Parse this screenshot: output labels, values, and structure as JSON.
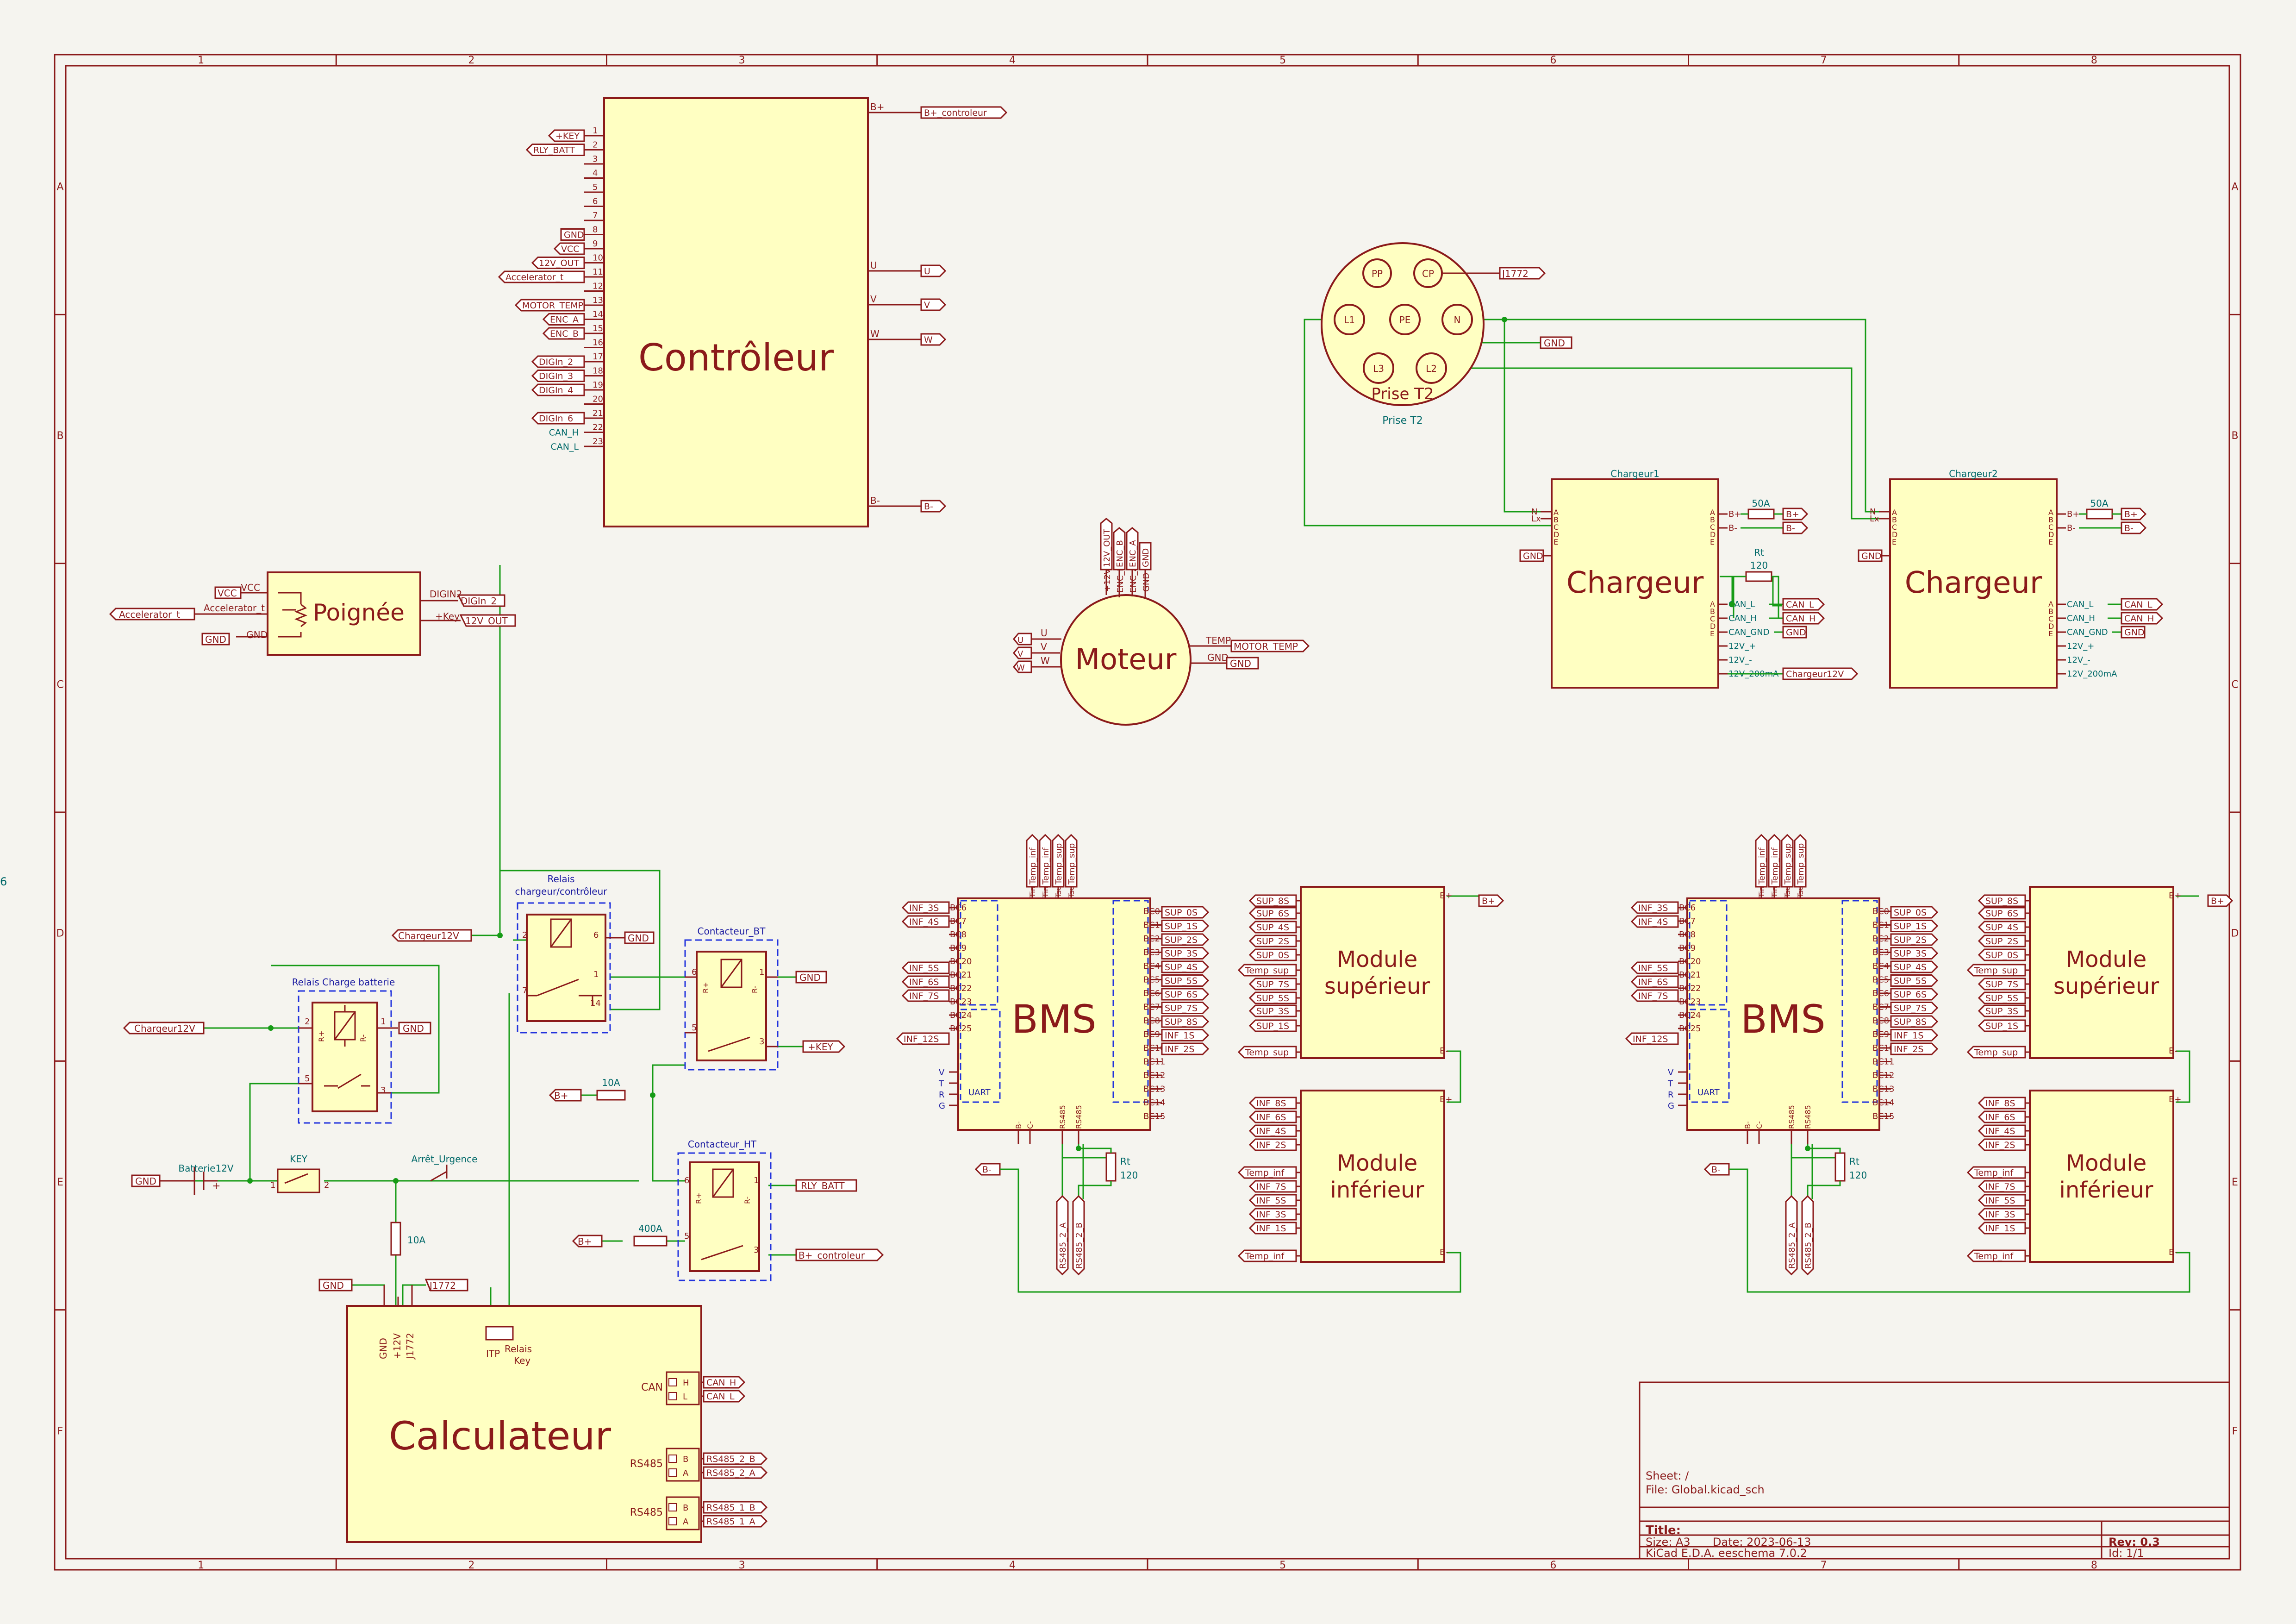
{
  "frame": {
    "cols": [
      "1",
      "2",
      "3",
      "4",
      "5",
      "6",
      "7",
      "8"
    ],
    "rows": [
      "A",
      "B",
      "C",
      "D",
      "E",
      "F"
    ],
    "side_mark": "6"
  },
  "controleur": {
    "title": "Contrôleur",
    "left_pins": [
      {
        "n": "1",
        "label": "+KEY"
      },
      {
        "n": "2",
        "label": "RLY_BATT"
      },
      {
        "n": "3",
        "label": ""
      },
      {
        "n": "4",
        "label": ""
      },
      {
        "n": "5",
        "label": ""
      },
      {
        "n": "6",
        "label": ""
      },
      {
        "n": "7",
        "label": ""
      },
      {
        "n": "8",
        "label": "GND"
      },
      {
        "n": "9",
        "label": "VCC"
      },
      {
        "n": "10",
        "label": "12V_OUT"
      },
      {
        "n": "11",
        "label": "Accelerator_t"
      },
      {
        "n": "12",
        "label": ""
      },
      {
        "n": "13",
        "label": "MOTOR_TEMP"
      },
      {
        "n": "14",
        "label": "ENC_A"
      },
      {
        "n": "15",
        "label": "ENC_B"
      },
      {
        "n": "16",
        "label": ""
      },
      {
        "n": "17",
        "label": "DIGIn_2"
      },
      {
        "n": "18",
        "label": "DIGIn_3"
      },
      {
        "n": "19",
        "label": "DIGIn_4"
      },
      {
        "n": "20",
        "label": ""
      },
      {
        "n": "21",
        "label": "DIGIn_6"
      },
      {
        "n": "22",
        "label": "CAN_H"
      },
      {
        "n": "23",
        "label": "CAN_L"
      }
    ],
    "right_pins": [
      {
        "name": "B+",
        "label": "B+_controleur"
      },
      {
        "name": "U",
        "label": "U"
      },
      {
        "name": "V",
        "label": "V"
      },
      {
        "name": "W",
        "label": "W"
      },
      {
        "name": "B-",
        "label": "B-"
      }
    ]
  },
  "poignee": {
    "title": "Poignée",
    "pins_left": [
      "VCC",
      "Accelerator_t",
      "GND"
    ],
    "pins_right": [
      "DIGIN2",
      "+Key"
    ],
    "labels_left": [
      "VCC",
      "Accelerator_t",
      "GND"
    ],
    "labels_right": [
      "DIGIn_2",
      "12V_OUT"
    ]
  },
  "moteur": {
    "title": "Moteur",
    "pins_left": [
      "U",
      "V",
      "W"
    ],
    "pins_top": [
      "+12V",
      "ENC_B",
      "ENC_A",
      "GND"
    ],
    "labels_top": [
      "12V_OUT",
      "ENC_B",
      "ENC_A",
      "GND"
    ],
    "pins_right": [
      "TEMP",
      "GND"
    ],
    "labels_right": [
      "MOTOR_TEMP",
      "GND"
    ]
  },
  "prise": {
    "title": "Prise T2",
    "ref": "Prise T2",
    "pins": [
      "PP",
      "CP",
      "L1",
      "PE",
      "N",
      "L3",
      "L2"
    ],
    "labels": [
      "J1772",
      "GND"
    ]
  },
  "chargeur1": {
    "title": "Chargeur",
    "ref": "Chargeur1",
    "left": [
      "N",
      "Lx"
    ],
    "right": [
      "B+",
      "B-",
      "CAN_L",
      "CAN_H",
      "CAN_GND",
      "12V_+",
      "12V_-",
      "12V_200mA"
    ],
    "letters": [
      "A",
      "B",
      "C",
      "D",
      "E",
      "A",
      "B",
      "C",
      "D",
      "E"
    ],
    "fuse": "50A",
    "rt": "Rt",
    "rt_val": "120",
    "labels": [
      "B+",
      "B-",
      "CAN_L",
      "CAN_H",
      "GND",
      "Chargeur12V",
      "GND"
    ]
  },
  "chargeur2": {
    "title": "Chargeur",
    "ref": "Chargeur2",
    "left": [
      "N",
      "Lx"
    ],
    "right": [
      "B+",
      "B-",
      "CAN_L",
      "CAN_H",
      "CAN_GND",
      "12V_+",
      "12V_-",
      "12V_200mA"
    ],
    "fuse": "50A",
    "labels": [
      "B+",
      "B-",
      "CAN_L",
      "CAN_H",
      "GND",
      "GND"
    ]
  },
  "bms": {
    "title": "BMS",
    "left_pins": [
      "BC6",
      "BC7",
      "BC8",
      "BC9",
      "BC20",
      "BC21",
      "BC22",
      "BC23",
      "BC24",
      "BC25"
    ],
    "left_labels": [
      "INF_3S",
      "INF_4S",
      "INF_5S",
      "INF_6S",
      "INF_7S",
      "INF_12S"
    ],
    "right_pins": [
      "BC0",
      "BC1",
      "BC2",
      "BC3",
      "BC4",
      "BC5",
      "BC6",
      "BC7",
      "BC8",
      "BC9",
      "BC10",
      "BC11",
      "BC12",
      "BC13",
      "BC14",
      "BC15"
    ],
    "right_labels": [
      "SUP_0S",
      "SUP_1S",
      "SUP_2S",
      "SUP_3S",
      "SUP_4S",
      "SUP_5S",
      "SUP_6S",
      "SUP_7S",
      "SUP_8S",
      "INF_1S",
      "INF_2S"
    ],
    "top_labels": [
      "Temp_inf",
      "Temp_inf",
      "Temp_sup",
      "Temp_sup"
    ],
    "top_pins": [
      "Tinf",
      "Tinf",
      "Tsup",
      "Tsup"
    ],
    "uart": "UART",
    "uart_pins": [
      "V",
      "T",
      "R",
      "G"
    ],
    "bottom_pins": [
      "B-",
      "C-",
      "RS485",
      "RS485"
    ],
    "rt": "Rt",
    "rt_val": "120",
    "rs485_labels": [
      "RS485_2_A",
      "RS485_2_B"
    ],
    "rs485_labels_b": [
      "RS485_2_A",
      "RS485_2_B"
    ],
    "minus_label": "B-"
  },
  "mod_sup": {
    "title1": "Module",
    "title2": "supérieur",
    "labels": [
      "SUP_8S",
      "SUP_6S",
      "SUP_4S",
      "SUP_2S",
      "SUP_0S",
      "Temp_sup",
      "SUP_7S",
      "SUP_5S",
      "SUP_3S",
      "SUP_1S",
      "Temp_sup"
    ],
    "out_plus": "B+",
    "pin_plus": "B+",
    "pin_minus": "B-"
  },
  "mod_inf": {
    "title1": "Module",
    "title2": "inférieur",
    "labels": [
      "INF_8S",
      "INF_6S",
      "INF_4S",
      "INF_2S",
      "Temp_inf",
      "INF_7S",
      "INF_5S",
      "INF_3S",
      "INF_1S",
      "Temp_inf"
    ],
    "pin_plus": "B+",
    "pin_minus": "B-"
  },
  "relais_charge": {
    "title": "Relais Charge batterie",
    "pins": [
      "1",
      "2",
      "5",
      "3"
    ],
    "coil": [
      "R+",
      "R-"
    ],
    "labels": [
      "Chargeur12V",
      "GND"
    ]
  },
  "relais_cc": {
    "title1": "Relais",
    "title2": "chargeur/contrôleur",
    "pins": [
      "2",
      "6",
      "1",
      "7",
      "14"
    ],
    "labels": [
      "Chargeur12V",
      "GND"
    ]
  },
  "contacteur_bt": {
    "title": "Contacteur_BT",
    "pins": [
      "6",
      "1",
      "5",
      "3"
    ],
    "coil": [
      "R+",
      "R-"
    ],
    "labels": [
      "GND",
      "+KEY",
      "B+"
    ],
    "fuse": "10A"
  },
  "contacteur_ht": {
    "title": "Contacteur_HT",
    "pins": [
      "6",
      "1",
      "5",
      "3"
    ],
    "coil": [
      "R+",
      "R-"
    ],
    "labels": [
      "RLY_BATT",
      "B+",
      "B+_controleur"
    ],
    "fuse": "400A"
  },
  "power": {
    "batt": "Batterie12V",
    "key": "KEY",
    "key_pins": [
      "1",
      "2"
    ],
    "urg": "Arrêt_Urgence",
    "fuse": "10A",
    "gnd": "GND",
    "batt_plus": "+",
    "batt_minus": "-"
  },
  "calculateur": {
    "title": "Calculateur",
    "top_pins": [
      "GND",
      "+12V",
      "J1772"
    ],
    "top_labels": [
      "GND",
      "J1772"
    ],
    "itp": "ITP",
    "relais1": "Relais",
    "relais2": "Key",
    "right_groups": [
      {
        "name": "CAN",
        "pins": [
          "H",
          "L"
        ],
        "labels": [
          "CAN_H",
          "CAN_L"
        ]
      },
      {
        "name": "RS485",
        "pins": [
          "B",
          "A"
        ],
        "labels": [
          "RS485_2_B",
          "RS485_2_A"
        ]
      },
      {
        "name": "RS485",
        "pins": [
          "B",
          "A"
        ],
        "labels": [
          "RS485_1_B",
          "RS485_1_A"
        ]
      }
    ]
  },
  "title_block": {
    "sheet": "Sheet: /",
    "file": "File: Global.kicad_sch",
    "title": "Title:",
    "size": "Size: A3",
    "date": "Date: 2023-06-13",
    "rev": "Rev: 0.3",
    "tool": "KiCad E.D.A.  eeschema 7.0.2",
    "id": "Id: 1/1"
  }
}
